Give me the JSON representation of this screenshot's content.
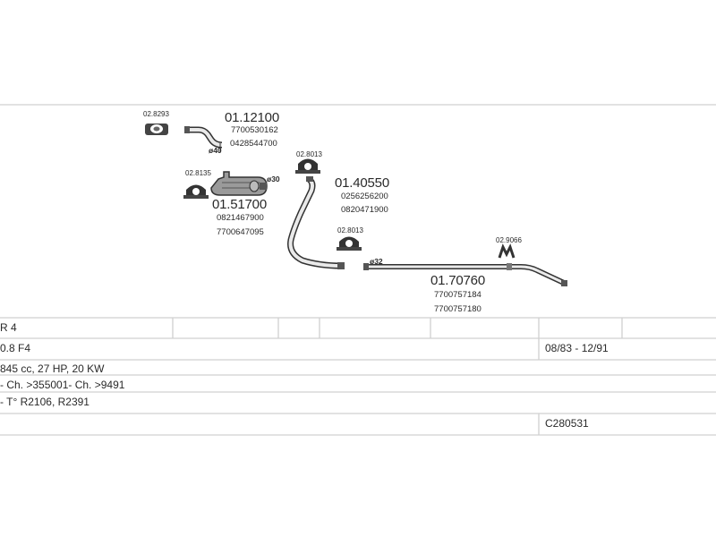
{
  "parts": {
    "p1": {
      "code": "02.8293"
    },
    "p2": {
      "number": "01.12100",
      "refs": [
        "7700530162",
        "0428544700"
      ],
      "diameter": "ø40"
    },
    "p3": {
      "code": "02.8013"
    },
    "p4": {
      "code": "02.8135"
    },
    "p5": {
      "number": "01.51700",
      "refs": [
        "0821467900",
        "7700647095"
      ],
      "diameter": "ø30"
    },
    "p6": {
      "number": "01.40550",
      "refs": [
        "0256256200",
        "0820471900"
      ]
    },
    "p7": {
      "code": "02.8013"
    },
    "p8": {
      "code": "02.9066"
    },
    "p9": {
      "number": "01.70760",
      "refs": [
        "7700757184",
        "7700757180"
      ],
      "diameter": "ø32"
    }
  },
  "vehicle": {
    "model": "R 4",
    "engine": "0.8 F4",
    "period": "08/83 - 12/91",
    "specs": "845 cc, 27 HP, 20 KW",
    "chassis": "- Ch. >355001- Ch. >9491",
    "type": "- T° R2106, R2391",
    "catalog_code": "C280531"
  },
  "colors": {
    "line": "#cfcfcf",
    "ink": "#2a2a2a",
    "part_fill": "#e6e6e6"
  }
}
